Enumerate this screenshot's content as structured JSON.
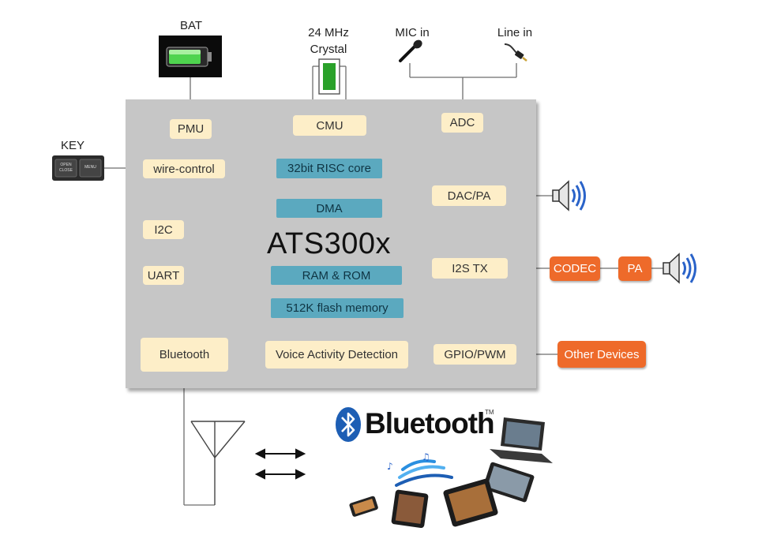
{
  "chip": {
    "title": "ATS300x"
  },
  "labels": {
    "bat": "BAT",
    "crystal_line1": "24 MHz",
    "crystal_line2": "Crystal",
    "mic_in": "MIC in",
    "line_in": "Line in",
    "key": "KEY",
    "key_btn_open": "OPEN",
    "key_btn_close": "CLOSE",
    "key_btn_menu": "MENU"
  },
  "blocks": {
    "pmu": "PMU",
    "cmu": "CMU",
    "adc": "ADC",
    "wire_control": "wire-control",
    "risc_core": "32bit RISC core",
    "dma": "DMA",
    "dac_pa": "DAC/PA",
    "i2c": "I2C",
    "uart": "UART",
    "i2s_tx": "I2S TX",
    "ram_rom": "RAM & ROM",
    "flash": "512K flash memory",
    "bluetooth": "Bluetooth",
    "vad": "Voice Activity Detection",
    "gpio_pwm": "GPIO/PWM"
  },
  "external": {
    "codec": "CODEC",
    "pa": "PA",
    "other_devices": "Other Devices"
  },
  "bluetooth_logo": {
    "word": "Bluetooth",
    "tm": "TM"
  },
  "colors": {
    "chip_bg": "#c6c6c6",
    "block_beige": "#fdeec8",
    "block_teal": "#5ba9bf",
    "external_orange": "#ee6a2a",
    "bluetooth_blue": "#1d5eb4",
    "speaker_wave_blue": "#2a63c9",
    "battery_green": "#4fd44f"
  }
}
